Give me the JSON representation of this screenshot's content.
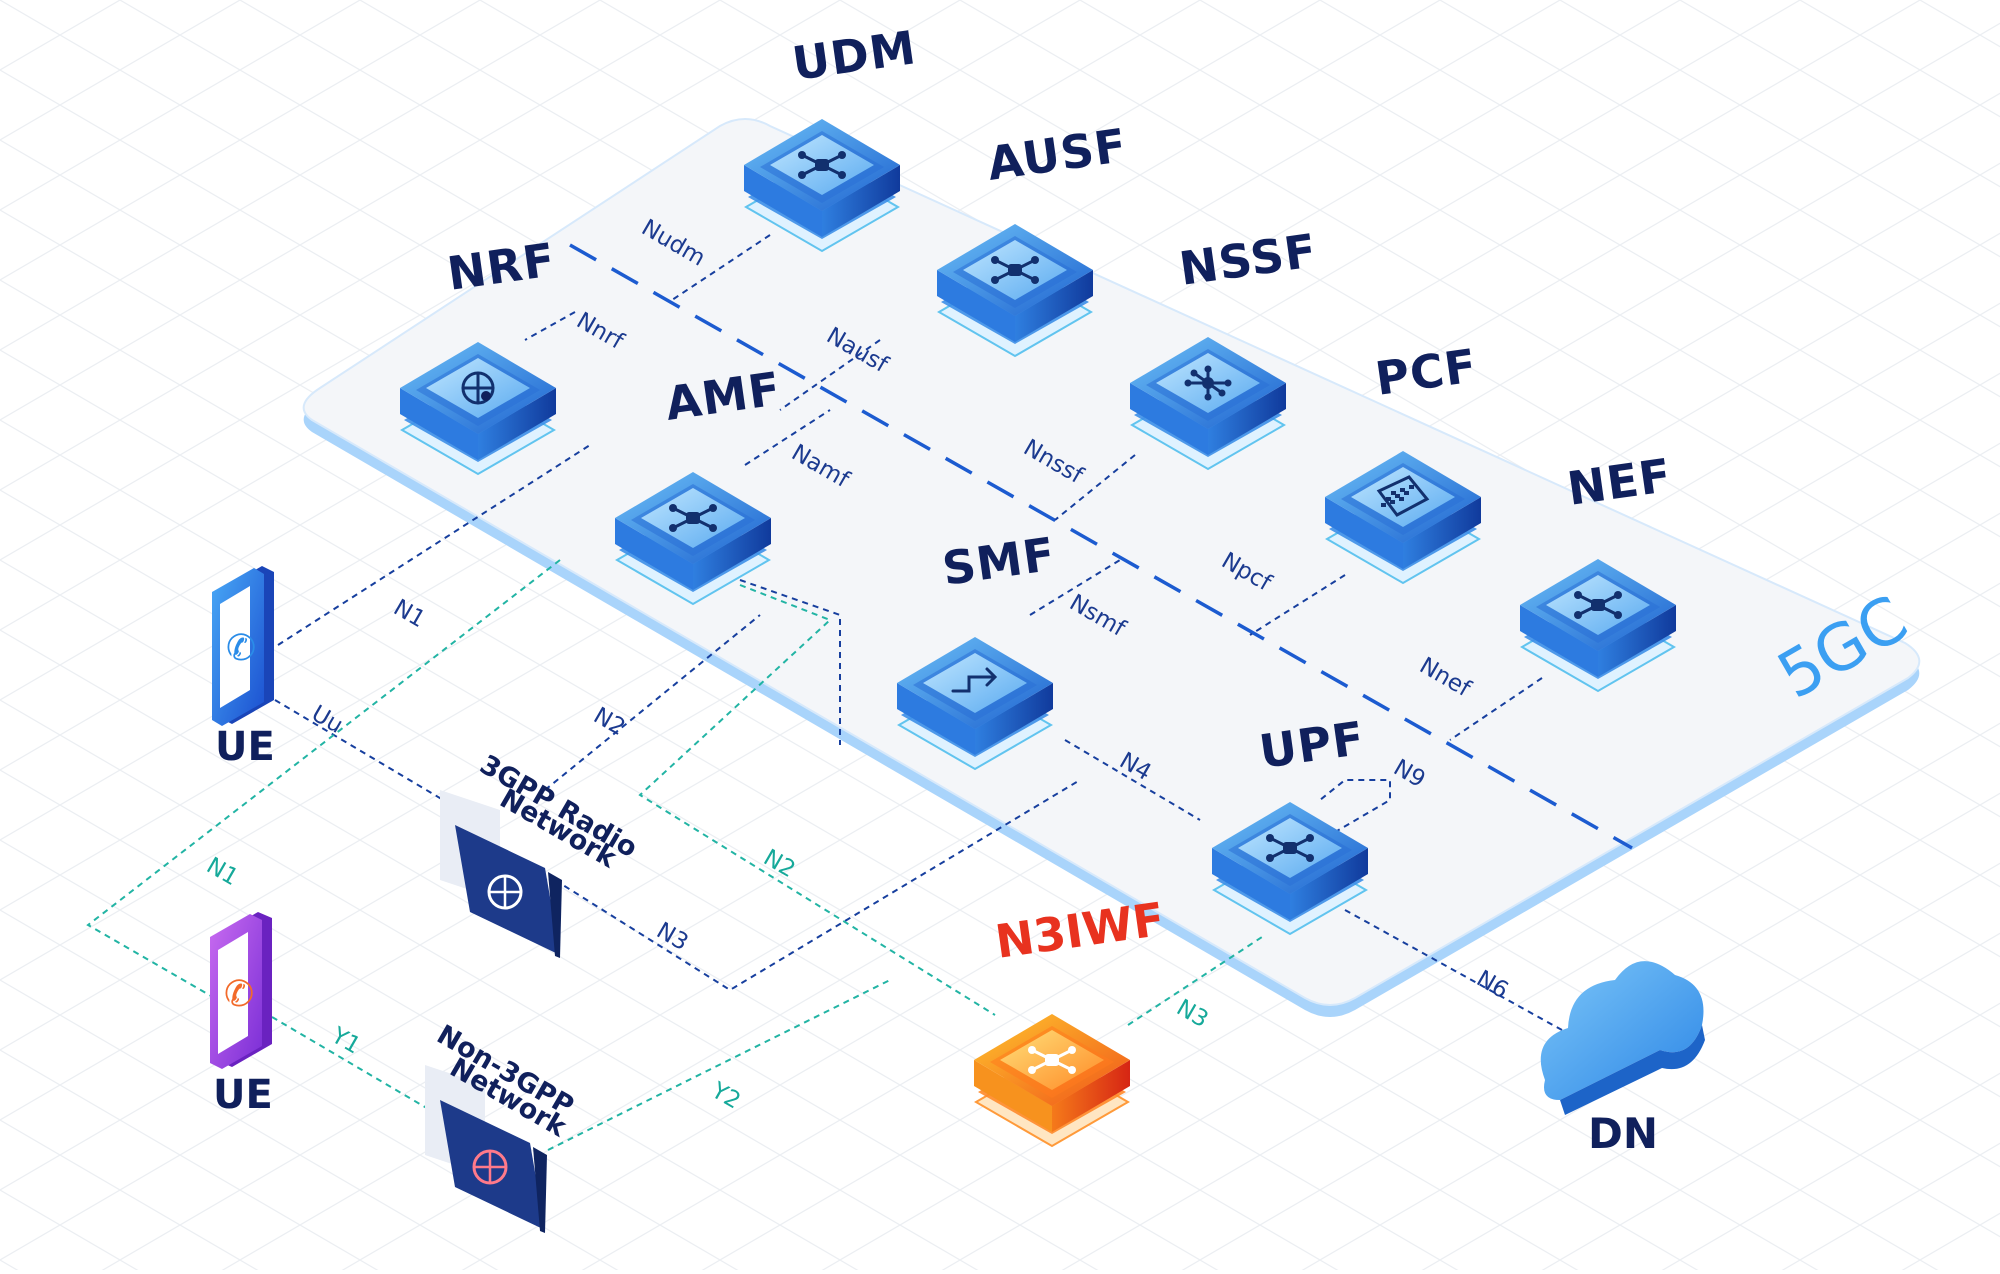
{
  "colors": {
    "platform": "#f4f6f9",
    "platform_edge": "#a9d4fb",
    "nf_light": "#5fb0f0",
    "nf_dark": "#1a56c4",
    "n3iwf_light": "#ffb020",
    "n3iwf_dark": "#ee2f1a",
    "line_3gpp": "#173f9e",
    "line_non3gpp": "#22b4a4",
    "label_dark": "#10205c",
    "n3iwf_label": "#e8321f",
    "core_label": "#3b9ff2",
    "cloud": "#49a8f2"
  },
  "core": {
    "label": "5GC"
  },
  "network_functions": {
    "udm": {
      "label": "UDM",
      "interface": "Nudm",
      "icon": "drone-icon"
    },
    "ausf": {
      "label": "AUSF",
      "interface": "Nausf",
      "icon": "drone-icon"
    },
    "nssf": {
      "label": "NSSF",
      "interface": "Nnssf",
      "icon": "network-hub-icon"
    },
    "pcf": {
      "label": "PCF",
      "interface": "Npcf",
      "icon": "calculator-icon"
    },
    "nef": {
      "label": "NEF",
      "interface": "Nnef",
      "icon": "drone-icon"
    },
    "nrf": {
      "label": "NRF",
      "interface": "Nnrf",
      "icon": "globe-icon"
    },
    "amf": {
      "label": "AMF",
      "interface": "Namf",
      "icon": "drone-icon"
    },
    "smf": {
      "label": "SMF",
      "interface": "Nsmf",
      "icon": "pipe-icon"
    },
    "upf": {
      "label": "UPF",
      "interface": "N9",
      "icon": "drone-icon"
    }
  },
  "n3iwf": {
    "label": "N3IWF",
    "icon": "cross-arrows-icon"
  },
  "ue_3gpp": {
    "label": "UE",
    "icon": "phone-icon"
  },
  "ue_non3gpp": {
    "label": "UE",
    "icon": "phone-icon"
  },
  "radio_network": {
    "label_line1": "3GPP Radio",
    "label_line2": "Network",
    "icon": "globe-folder-icon"
  },
  "non3gpp_network": {
    "label_line1": "Non-3GPP",
    "label_line2": "Network",
    "icon": "globe-folder-icon"
  },
  "dn": {
    "label": "DN",
    "icon": "cloud-icon"
  },
  "links": {
    "n1": "N1",
    "uu": "Uu",
    "n2": "N2",
    "n3": "N3",
    "n4": "N4",
    "n6": "N6",
    "n1_non3gpp": "N1",
    "n2_non3gpp": "N2",
    "n3_non3gpp": "N3",
    "y1": "Y1",
    "y2": "Y2"
  }
}
